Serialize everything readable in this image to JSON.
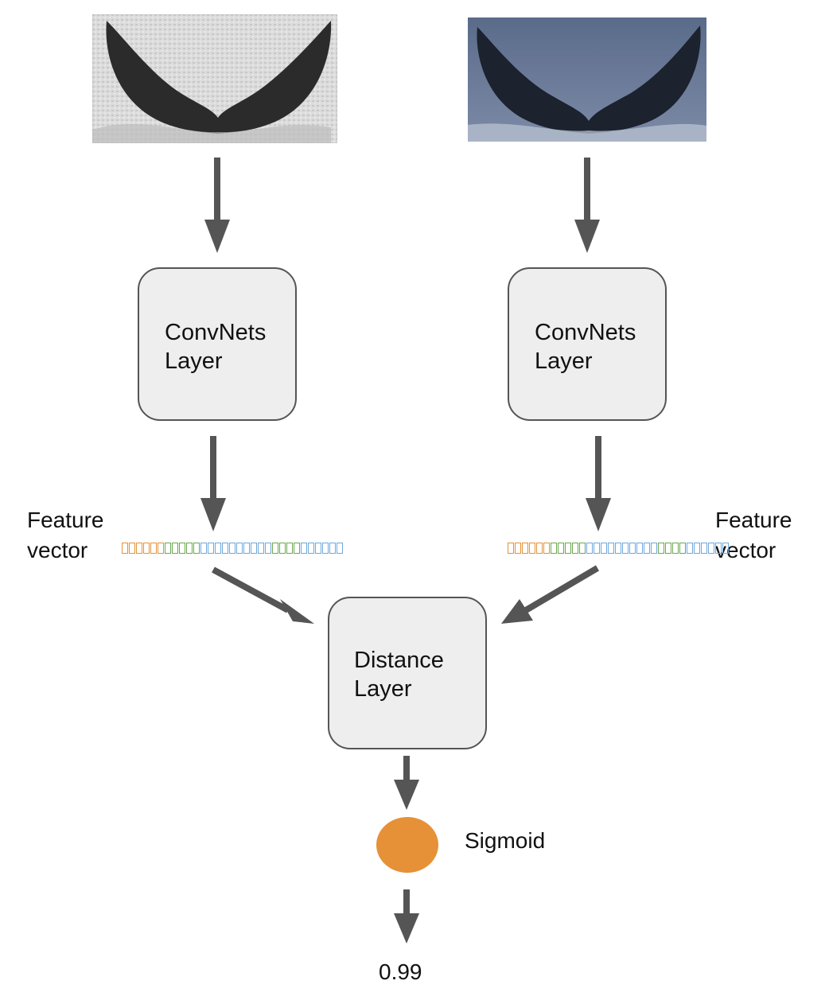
{
  "images": [
    {
      "name": "grayscale whale fluke",
      "style": "grayscale"
    },
    {
      "name": "color whale fluke",
      "style": "color"
    }
  ],
  "boxes": {
    "conv_left": {
      "line1": "ConvNets",
      "line2": "Layer"
    },
    "conv_right": {
      "line1": "ConvNets",
      "line2": "Layer"
    },
    "distance": {
      "line1": "Distance",
      "line2": "Layer"
    }
  },
  "feature_labels": {
    "left": {
      "line1": "Feature",
      "line2": "vector"
    },
    "right": {
      "line1": "Feature",
      "line2": "vector"
    }
  },
  "feature_vector": {
    "cell_colors": [
      "#e69138",
      "#e69138",
      "#e69138",
      "#e69138",
      "#e69138",
      "#e69138",
      "#6aa84f",
      "#6aa84f",
      "#6aa84f",
      "#6aa84f",
      "#6aa84f",
      "#6fa8dc",
      "#6fa8dc",
      "#6fa8dc",
      "#6fa8dc",
      "#6fa8dc",
      "#6fa8dc",
      "#6fa8dc",
      "#6fa8dc",
      "#6fa8dc",
      "#6fa8dc",
      "#6aa84f",
      "#6aa84f",
      "#6aa84f",
      "#6aa84f",
      "#6fa8dc",
      "#6fa8dc",
      "#6fa8dc",
      "#6fa8dc",
      "#6fa8dc",
      "#6fa8dc"
    ]
  },
  "sigmoid": {
    "label": "Sigmoid",
    "color": "#e69138"
  },
  "output": {
    "value": "0.99"
  },
  "colors": {
    "arrow": "#555555",
    "box_fill": "#eeeeee",
    "box_border": "#555555"
  }
}
